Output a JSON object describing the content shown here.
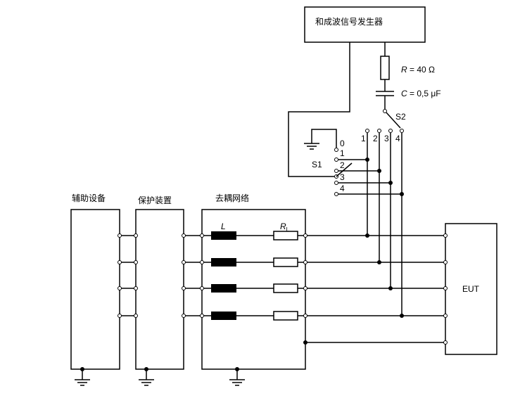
{
  "generator": {
    "label": "和成波信号发生器"
  },
  "resistor": {
    "symbol": "R",
    "value": " = 40 Ω"
  },
  "capacitor": {
    "symbol": "C",
    "value": " = 0,5 μF"
  },
  "switches": {
    "s1": "S1",
    "s2": "S2"
  },
  "s1_positions": [
    "0",
    "1",
    "2",
    "3",
    "4"
  ],
  "s2_positions": [
    "1",
    "2",
    "3",
    "4"
  ],
  "blocks": {
    "aux": "辅助设备",
    "protect": "保护装置",
    "cdn": "去耦网络",
    "eut": "EUT"
  },
  "cdn_labels": {
    "inductor": "L",
    "load_symbol": "R",
    "load_sub": "L"
  },
  "colors": {
    "wire": "#000000",
    "background": "#ffffff",
    "inductor": "#000000"
  }
}
